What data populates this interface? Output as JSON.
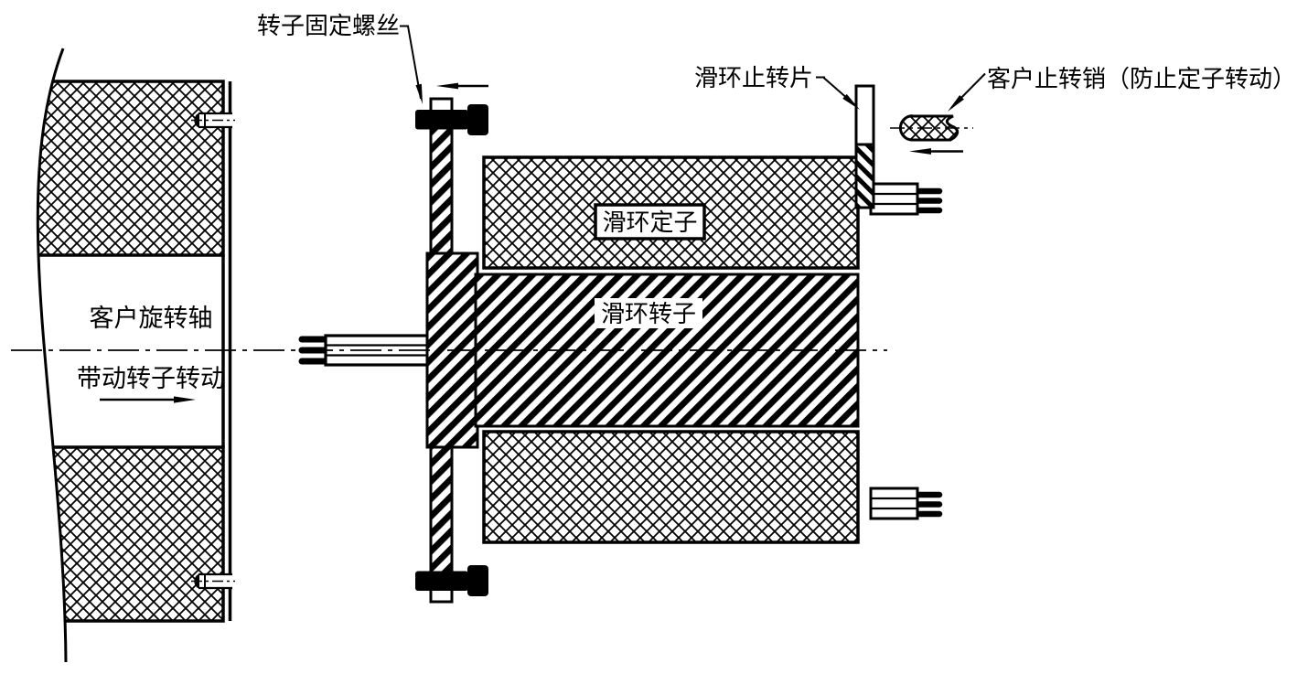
{
  "diagram": {
    "title_hint": "slip-ring assembly section drawing",
    "colors": {
      "line": "#000000",
      "background": "#ffffff"
    },
    "labels": {
      "rotor_screw": "转子固定螺丝",
      "slipring_tab": "滑环止转片",
      "customer_pin": "客户止转销（防止定子转动）",
      "shaft_line1": "客户旋转轴",
      "shaft_line2": "带动转子转动",
      "stator": "滑环定子",
      "rotor": "滑环转子"
    }
  }
}
